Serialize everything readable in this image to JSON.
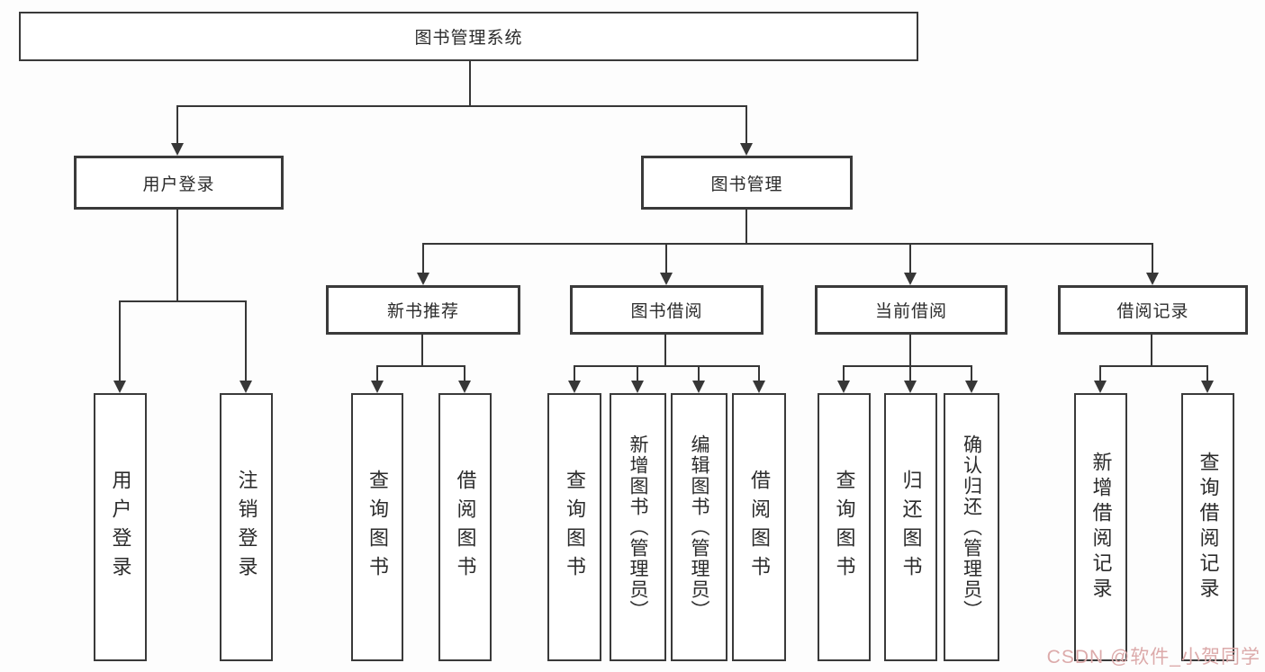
{
  "nodes": {
    "root": "图书管理系统",
    "user_login": "用户登录",
    "book_mgmt": "图书管理",
    "new_rec": "新书推荐",
    "borrow": "图书借阅",
    "current": "当前借阅",
    "record": "借阅记录"
  },
  "leaves": {
    "user_login": "用户登录",
    "logout": "注销登录",
    "rec_query": "查询图书",
    "rec_borrow": "借阅图书",
    "bor_query": "查询图书",
    "bor_add": "新增图书（管理员）",
    "bor_edit": "编辑图书（管理员）",
    "bor_borrow": "借阅图书",
    "cur_query": "查询图书",
    "cur_return": "归还图书",
    "cur_confirm": "确认归还（管理员）",
    "rd_add": "新增借阅记录",
    "rd_query": "查询借阅记录"
  },
  "watermark": "CSDN @软件_小贺同学",
  "colors": {
    "line": "#373737",
    "box_border": "#3a3a3a",
    "box_bg": "#ffffff",
    "text": "#2b2b2b",
    "watermark": "#dcaaaa"
  }
}
